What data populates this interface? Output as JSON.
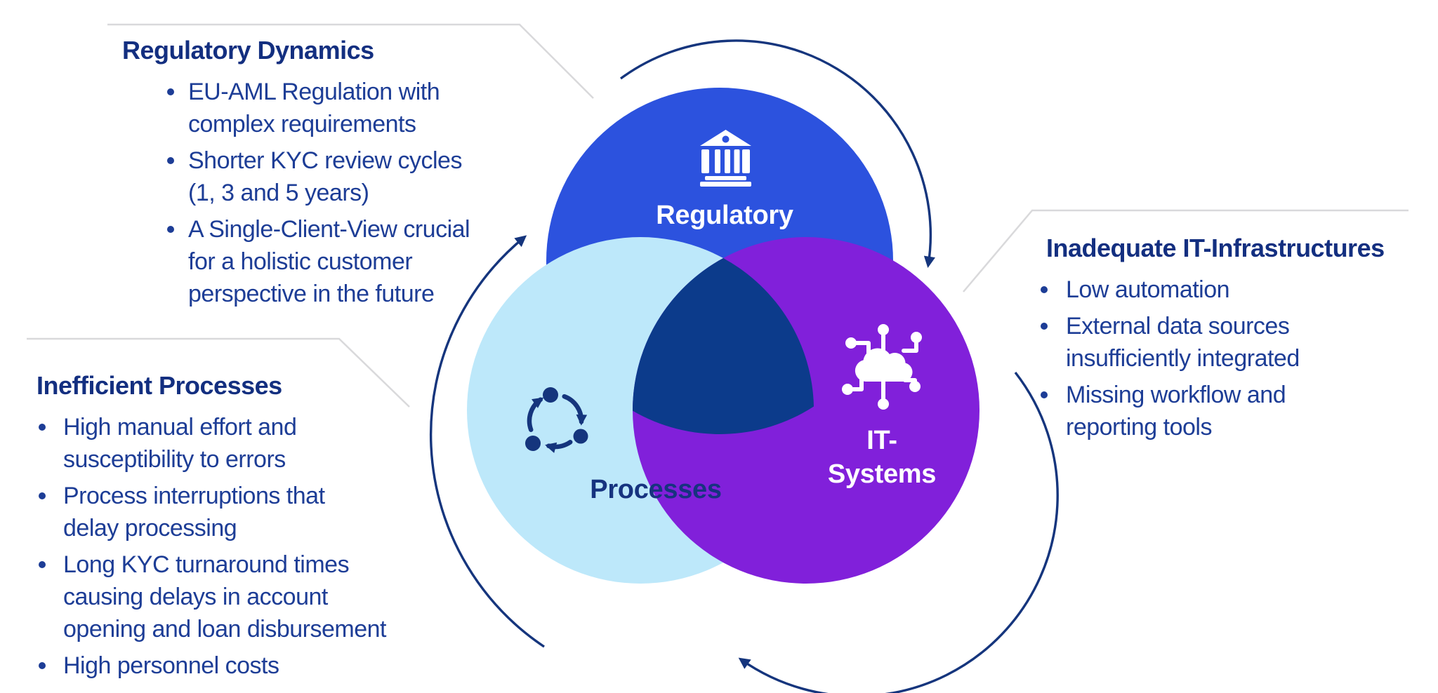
{
  "figure": {
    "type": "venn-3-circle-cycle",
    "cycle_direction": "clockwise",
    "background": "#FFFFFF"
  },
  "callouts": [
    {
      "id": "regulatory-dynamics",
      "title": "Regulatory Dynamics",
      "bullets": [
        "EU-AML Regulation with\ncomplex requirements",
        "Shorter KYC review cycles\n(1, 3 and 5 years)",
        "A Single-Client-View crucial\nfor a holistic customer\nperspective in the future"
      ]
    },
    {
      "id": "inefficient-processes",
      "title": "Inefficient Processes",
      "bullets": [
        "High manual effort and\nsusceptibility to errors",
        "Process interruptions that\ndelay processing",
        "Long KYC turnaround times\ncausing delays in account\nopening and loan disbursement",
        "High personnel costs"
      ]
    },
    {
      "id": "inadequate-it-infrastructures",
      "title": "Inadequate IT-Infrastructures",
      "bullets": [
        "Low automation",
        "External data sources\ninsufficiently integrated",
        "Missing workflow and\nreporting tools"
      ]
    }
  ],
  "venn": {
    "sets": [
      {
        "label": "Regulatory",
        "icon": "bank-icon",
        "fill": "#2C52DE",
        "label_color": "#FFFFFF"
      },
      {
        "label": "Processes",
        "icon": "cycle-arrows-icon",
        "fill": "#BDE8FA",
        "label_color": "#16337F"
      },
      {
        "label": "IT-\nSystems",
        "icon": "cloud-network-icon",
        "fill": "#8120DA",
        "label_color": "#FFFFFF"
      }
    ],
    "intersection_fill": "#0C3B8B"
  },
  "colors": {
    "arrow": "#15357D",
    "callout_line": "#D9D9DB",
    "heading_text": "#132F80",
    "body_text": "#1D3D96"
  }
}
